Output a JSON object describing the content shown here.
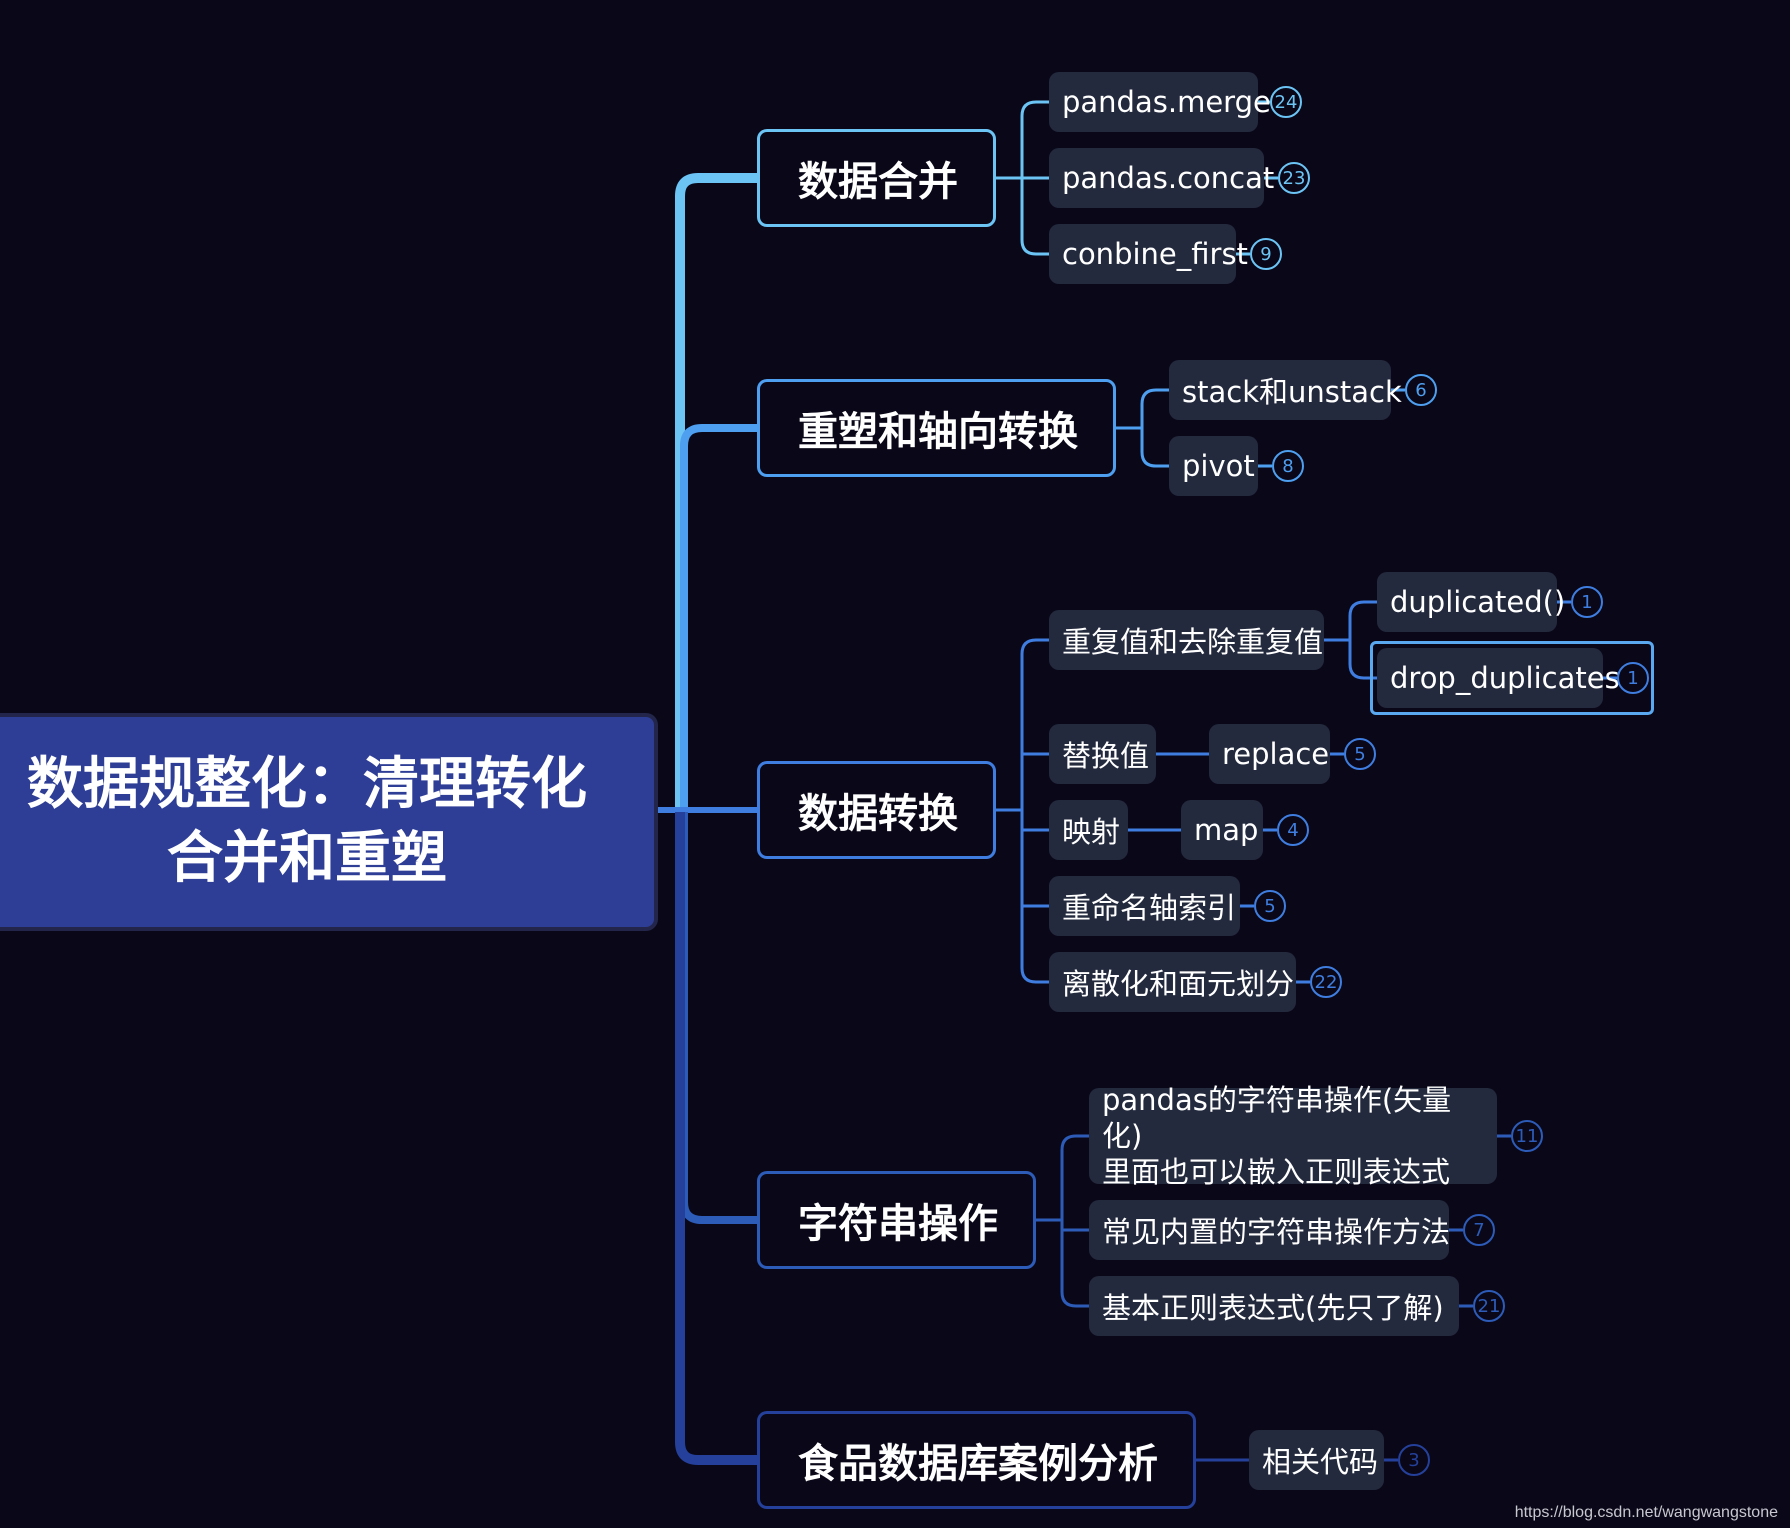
{
  "root": {
    "line1": "数据规整化：清理转化",
    "line2": "合并和重塑"
  },
  "colors": {
    "background": "#0a0818",
    "root_fill": "#2e3e96",
    "branch1": "#6cc4f5",
    "branch2": "#4e9ff0",
    "branch3": "#3f7ee0",
    "branch4": "#2d5bb8",
    "branch5": "#24409a",
    "leaf_fill": "#242a3e"
  },
  "branches": [
    {
      "label": "数据合并",
      "children": [
        {
          "label": "pandas.merge",
          "badge": "24"
        },
        {
          "label": "pandas.concat",
          "badge": "23"
        },
        {
          "label": "conbine_first",
          "badge": "9"
        }
      ]
    },
    {
      "label": "重塑和轴向转换",
      "children": [
        {
          "label": "stack和unstack",
          "badge": "6"
        },
        {
          "label": "pivot",
          "badge": "8"
        }
      ]
    },
    {
      "label": "数据转换",
      "children": [
        {
          "label": "重复值和去除重复值",
          "children": [
            {
              "label": "duplicated()",
              "badge": "1"
            },
            {
              "label": "drop_duplicates",
              "badge": "1"
            }
          ]
        },
        {
          "label": "替换值",
          "children": [
            {
              "label": "replace",
              "badge": "5"
            }
          ]
        },
        {
          "label": "映射",
          "children": [
            {
              "label": "map",
              "badge": "4"
            }
          ]
        },
        {
          "label": "重命名轴索引",
          "badge": "5"
        },
        {
          "label": "离散化和面元划分",
          "badge": "22"
        }
      ]
    },
    {
      "label": "字符串操作",
      "children": [
        {
          "label": "pandas的字符串操作(矢量化)\n里面也可以嵌入正则表达式",
          "badge": "11"
        },
        {
          "label": "常见内置的字符串操作方法",
          "badge": "7"
        },
        {
          "label": "基本正则表达式(先只了解)",
          "badge": "21"
        }
      ]
    },
    {
      "label": "食品数据库案例分析",
      "children": [
        {
          "label": "相关代码",
          "badge": "3"
        }
      ]
    }
  ],
  "credit": "https://blog.csdn.net/wangwangstone"
}
